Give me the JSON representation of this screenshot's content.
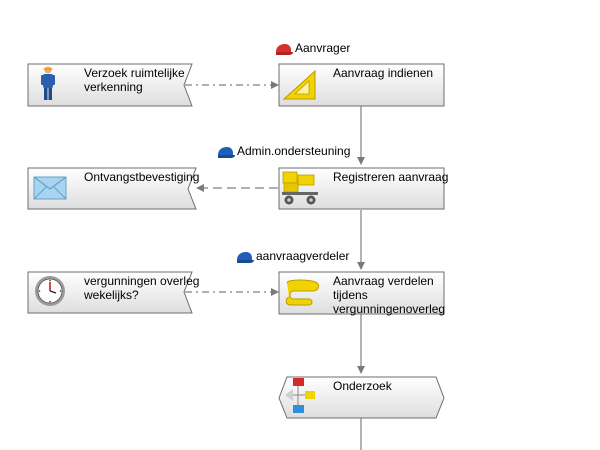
{
  "roles": {
    "aanvrager": "Aanvrager",
    "admin": "Admin.ondersteuning",
    "verdeler": "aanvraagverdeler"
  },
  "events": {
    "verzoek": "Verzoek ruimtelijke\nverkenning",
    "ontvangst": "Ontvangstbevestiging",
    "vergunningen": "vergunningen overleg\nwekelijks?"
  },
  "activities": {
    "indienen": "Aanvraag indienen",
    "registreren": "Registreren aanvraag",
    "verdelen": "Aanvraag verdelen\ntijdens\nvergunningenoverleg",
    "onderzoek": "Onderzoek"
  },
  "colors": {
    "box_fill_top": "#ffffff",
    "box_fill_bottom": "#dcdcdc",
    "border": "#6e6e6e",
    "connector": "#808080",
    "role_red": "#d9302b",
    "role_blue": "#1f5fb8",
    "icon_yellow": "#f2d200"
  },
  "icons": {
    "aanvrager_role": "red-cap-icon",
    "admin_role": "blue-cap-icon",
    "verdeler_role": "blue-cap-icon",
    "verzoek": "worker-person-icon",
    "ontvangst": "envelope-icon",
    "vergunningen": "clock-icon",
    "indienen": "ruler-triangle-icon",
    "registreren": "cart-with-boxes-icon",
    "verdelen": "yellow-scroll-icon",
    "onderzoek": "process-flow-icon"
  }
}
